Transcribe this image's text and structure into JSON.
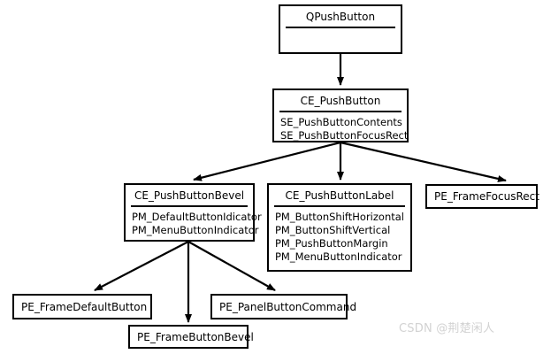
{
  "diagram": {
    "title": "Qt QPushButton style element decomposition",
    "background_color": "#ffffff",
    "line_color": "#000000",
    "nodes": [
      {
        "id": "qpushbutton",
        "title": "QPushButton",
        "members": [],
        "has_divider": true
      },
      {
        "id": "ce_pushbutton",
        "title": "CE_PushButton",
        "members": [
          "SE_PushButtonContents",
          "SE_PushButtonFocusRect"
        ],
        "has_divider": true
      },
      {
        "id": "ce_pushbuttonbevel",
        "title": "CE_PushButtonBevel",
        "members": [
          "PM_DefaultButtonIdicator",
          "PM_MenuButtonIndicator"
        ],
        "has_divider": true
      },
      {
        "id": "ce_pushbuttonlabel",
        "title": "CE_PushButtonLabel",
        "members": [
          "PM_ButtonShiftHorizontal",
          "PM_ButtonShiftVertical",
          "PM_PushButtonMargin",
          "PM_MenuButtonIndicator"
        ],
        "has_divider": true
      },
      {
        "id": "pe_framefocusrect",
        "title": "PE_FrameFocusRect",
        "members": [],
        "has_divider": false
      },
      {
        "id": "pe_framedefaultbutton",
        "title": "PE_FrameDefaultButton",
        "members": [],
        "has_divider": false
      },
      {
        "id": "pe_panelbuttoncommand",
        "title": "PE_PanelButtonCommand",
        "members": [],
        "has_divider": false
      },
      {
        "id": "pe_framebuttonbevel",
        "title": "PE_FrameButtonBevel",
        "members": [],
        "has_divider": false
      }
    ],
    "edges": [
      {
        "from": "qpushbutton",
        "to": "ce_pushbutton"
      },
      {
        "from": "ce_pushbutton",
        "to": "ce_pushbuttonbevel"
      },
      {
        "from": "ce_pushbutton",
        "to": "ce_pushbuttonlabel"
      },
      {
        "from": "ce_pushbutton",
        "to": "pe_framefocusrect"
      },
      {
        "from": "ce_pushbuttonbevel",
        "to": "pe_framedefaultbutton"
      },
      {
        "from": "ce_pushbuttonbevel",
        "to": "pe_framebuttonbevel"
      },
      {
        "from": "ce_pushbuttonbevel",
        "to": "pe_panelbuttoncommand"
      }
    ]
  },
  "watermark": {
    "text": "CSDN @荆楚闲人",
    "color": "#d2d2d2"
  }
}
